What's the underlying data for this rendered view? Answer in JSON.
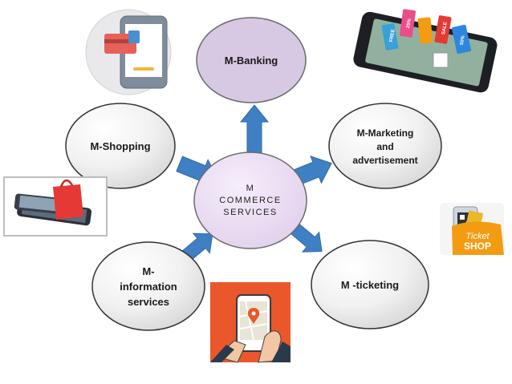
{
  "center": {
    "lines": [
      "M",
      "COMMERCE",
      "SERVICES"
    ]
  },
  "nodes": {
    "banking": "M-Banking",
    "shopping": "M-Shopping",
    "marketing": [
      "M-Marketing",
      "and",
      "advertisement"
    ],
    "information": [
      "M-",
      "information",
      "services"
    ],
    "ticketing": "M -ticketing"
  },
  "images": {
    "ticket_shop": [
      "Ticket",
      "SHOP"
    ],
    "sale_tags": [
      "FREE",
      "25%",
      "SALE",
      "50%"
    ]
  },
  "colors": {
    "center_fill": "#e6d6ef",
    "banking_fill": "#d6c8e2",
    "node_fill": "#ececec",
    "arrow": "#3f7fc4",
    "ticket_orange": "#f39c12",
    "info_bg": "#e9572b"
  }
}
